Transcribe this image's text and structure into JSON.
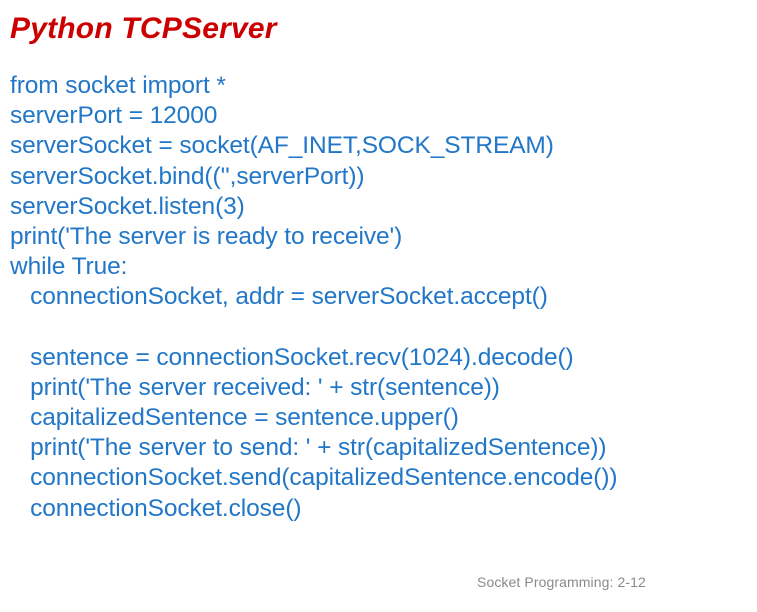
{
  "slide": {
    "title": "Python TCPServer",
    "code_lines": [
      "from socket import *",
      "serverPort = 12000",
      "serverSocket = socket(AF_INET,SOCK_STREAM)",
      "serverSocket.bind(('',serverPort))",
      "serverSocket.listen(3)",
      "print('The server is ready to receive')",
      "while True:",
      "   connectionSocket, addr = serverSocket.accept()",
      "",
      "   sentence = connectionSocket.recv(1024).decode()",
      "   print('The server received: ' + str(sentence))",
      "   capitalizedSentence = sentence.upper()",
      "   print('The server to send: ' + str(capitalizedSentence))",
      "   connectionSocket.send(capitalizedSentence.encode())",
      "   connectionSocket.close()"
    ],
    "footer": "Socket Programming: 2-12",
    "colors": {
      "title": "#CC0000",
      "code": "#2277C8",
      "footer": "#8A8A8A",
      "background": "#FFFFFF"
    }
  }
}
